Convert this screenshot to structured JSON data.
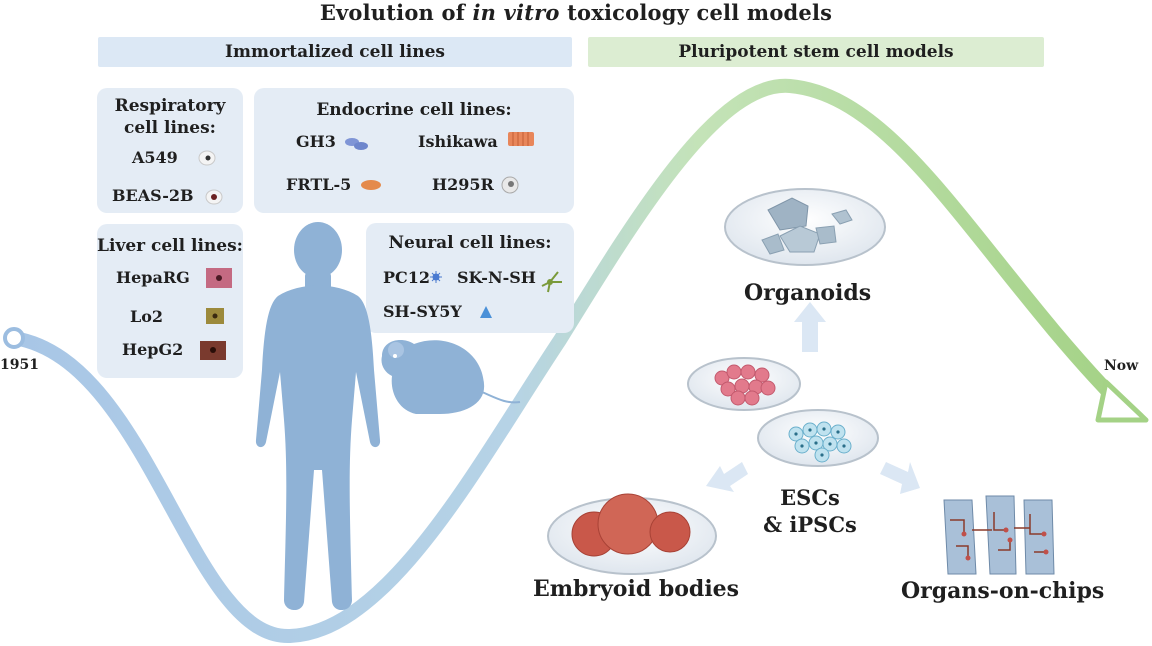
{
  "title": {
    "pre": "Evolution of ",
    "em": "in vitro",
    "post": " toxicology cell models"
  },
  "bands": {
    "immortalized": "Immortalized cell lines",
    "pluripotent": "Pluripotent stem cell models"
  },
  "respiratory": {
    "header_line1": "Respiratory",
    "header_line2": "cell lines:",
    "items": [
      "A549",
      "BEAS-2B"
    ]
  },
  "endocrine": {
    "header": "Endocrine cell lines:",
    "items": [
      "GH3",
      "Ishikawa",
      "FRTL-5",
      "H295R"
    ]
  },
  "liver": {
    "header": "Liver cell lines:",
    "items": [
      "HepaRG",
      "Lo2",
      "HepG2"
    ]
  },
  "neural": {
    "header": "Neural cell lines:",
    "items": [
      "PC12",
      "SK-N-SH",
      "SH-SY5Y"
    ]
  },
  "timeline": {
    "start": "1951",
    "end": "Now"
  },
  "stem": {
    "organoids": "Organoids",
    "escs_line1": "ESCs",
    "escs_line2": "& iPSCs",
    "embryoid": "Embryoid bodies",
    "chips": "Organs-on-chips"
  },
  "colors": {
    "curve_blue": "#9cbde0",
    "curve_green": "#a9d48a",
    "box_bg": "#e4ecf5",
    "silhouette": "#8fb2d6",
    "band_blue": "#dce8f5",
    "band_green": "#dcedd2"
  },
  "icons": [
    "human-silhouette-icon",
    "mouse-icon",
    "petri-dish-icon",
    "organ-chip-icon",
    "arrow-icon"
  ]
}
